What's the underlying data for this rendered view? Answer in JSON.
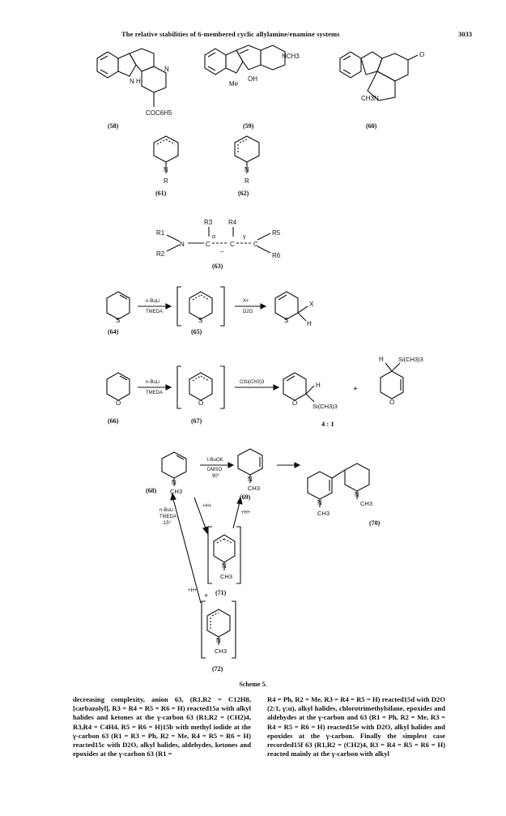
{
  "header": {
    "running_title": "The relative stabilities of 6-membered cyclic allylamine/enamine systems",
    "page_number": "3033"
  },
  "compounds": {
    "c58": "(58)",
    "c59": "(59)",
    "c60": "(60)",
    "c61": "(61)",
    "c62": "(62)",
    "c63": "(63)",
    "c64": "(64)",
    "c65": "(65)",
    "c66": "(66)",
    "c67": "(67)",
    "c68": "(68)",
    "c69": "(69)",
    "c70": "(70)",
    "c71": "(71)",
    "c72": "(72)"
  },
  "atom_labels": {
    "nh": "N\nH",
    "n": "N",
    "n_me": "Me",
    "oh": "OH",
    "nch3": "NCH3",
    "coc6h5": "COC6H5",
    "ch3n": "CH3N",
    "o_ketone": "O",
    "r": "R",
    "r1": "R1",
    "r2": "R2",
    "r3": "R3",
    "r4": "R4",
    "r5": "R5",
    "r6": "R6",
    "c_atom": "C",
    "alpha": "α",
    "gamma": "γ",
    "minus": "−",
    "s": "S",
    "x": "X",
    "h": "H",
    "o": "O",
    "sich3_3": "Si(CH3)3",
    "ch3": "CH3",
    "plus": "+"
  },
  "reagents": {
    "buli_tmeda_top": "n-BuLi",
    "buli_tmeda_bottom": "TMEDA",
    "xplus_top": "X+",
    "xplus_bottom": "D2O",
    "buli2_top": "n-BuLi",
    "buli2_bottom": "TMEDA",
    "clsi": "ClSi(CH3)3",
    "ratio": "4 : 1",
    "tbuok_top": "t-BuOK",
    "tbuok_mid": "DMSO",
    "tbuok_bottom": "90°",
    "buli3_top": "n-BuLi",
    "buli3_mid": "TMEDA",
    "buli3_bottom": "-15°",
    "h_plus": "+H+"
  },
  "caption": "Scheme 5.",
  "body_text": {
    "left": "decreasing complexity, anion 63, (R1,R2 = C12H8, [carbazolyl], R3 = R4 = R5 = R6 = H) reacted15a with alkyl halides and ketones at the γ-carbon 63 (R1,R2 = (CH2)4, R3,R4 = C4H4, R5 = R6 = H)15b with methyl iodide at the γ-carbon 63 (R1 = R3 = Ph, R2 = Me, R4 = R5 = R6 = H) reacted15c with D2O, alkyl halides, aldehydes, ketones and epoxides at the γ-carbon 63 (R1 =",
    "right": "R4 = Ph, R2 = Me, R3 = R4 = R5 = H) reacted15d with D2O (2:1, γ:α), alkyl halides, chlorotrimethylsilane, epoxides and aldehydes at the γ-carbon and 63 (R1 = Ph, R2 = Me, R3 = R4 = R5 = R6 = H) reacted15e with D2O, alkyl halides and epoxides at the γ-carbon. Finally the simplest case recorded15f 63 (R1,R2 = (CH2)4, R3 = R4 = R5 = R6 = H) reacted mainly at the γ-carbon with alkyl"
  }
}
